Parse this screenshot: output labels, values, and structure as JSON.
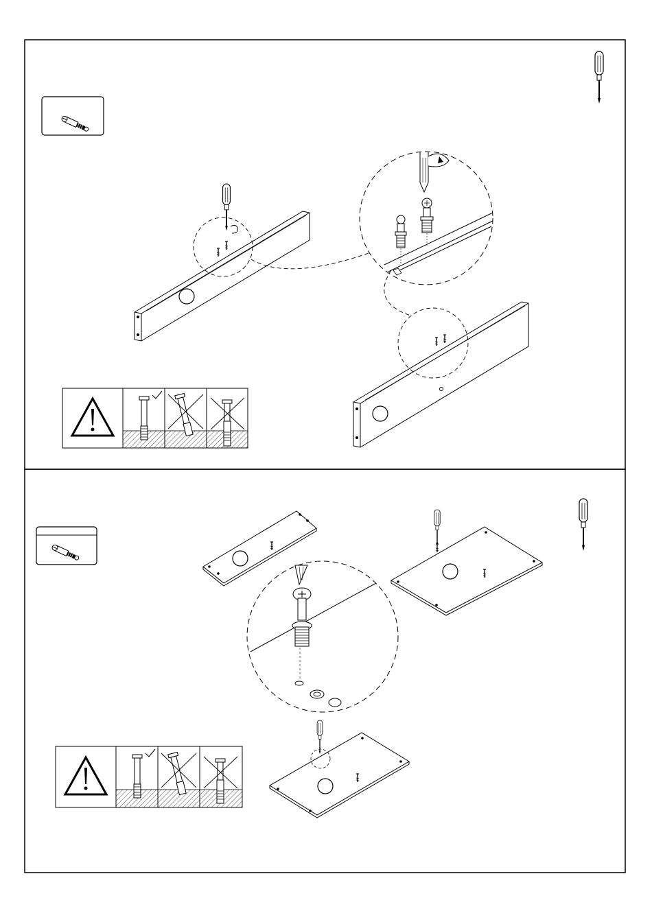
{
  "document": {
    "type": "assembly-instructions",
    "steps": [
      {
        "part_callouts": [
          "",
          ""
        ],
        "tool": "screwdriver-icon",
        "hardware": "cam-bolt-icon",
        "warning": {
          "icon": "warning-triangle-icon",
          "checks": [
            "correct",
            "wrong",
            "wrong"
          ]
        }
      },
      {
        "part_callouts": [
          "",
          "",
          ""
        ],
        "tool": "screwdriver-icon",
        "hardware": "cam-bolt-icon",
        "warning": {
          "icon": "warning-triangle-icon",
          "checks": [
            "correct",
            "wrong",
            "wrong"
          ]
        }
      }
    ]
  }
}
